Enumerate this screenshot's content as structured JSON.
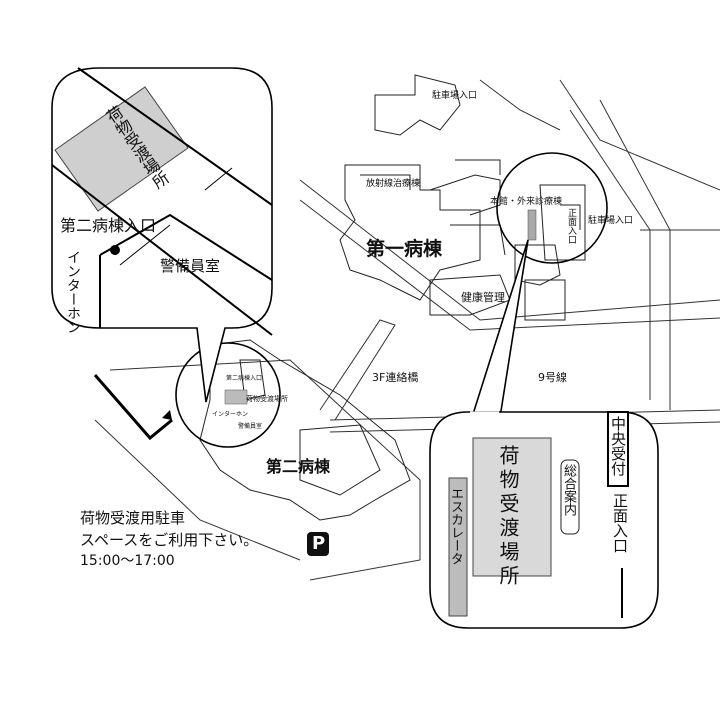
{
  "labels": {
    "parking_north": "駐車場入口",
    "radiation_building": "放射線治療棟",
    "main_outpatient": "本館・外来診療棟",
    "main_entrance_small": "正面入口",
    "parking_east": "駐車場入口",
    "building_one": "第一病棟",
    "health_mgmt": "健康管理",
    "bridge_3f": "3F連絡橋",
    "route_9": "9号線",
    "building_two": "第二病棟",
    "small_delivery": "荷物受渡場所",
    "small_security": "警備員室",
    "small_intercom": "インターホン",
    "small_b2_entrance": "第二病棟入口"
  },
  "callout_left": {
    "delivery_area": "荷物受渡場所",
    "entrance_label": "第二病棟入口",
    "intercom": "インターホン",
    "security_room": "警備員室"
  },
  "callout_right": {
    "delivery_area": "荷物受渡場所",
    "escalator": "エスカレータ",
    "info_desk": "総合案内",
    "central_reception": "中央受付",
    "main_entrance": "正面入口"
  },
  "parking_note": {
    "line1": "荷物受渡用駐車",
    "line2": "スペースをご利用下さい。",
    "hours": "15:00～17:00",
    "icon_letter": "P"
  }
}
